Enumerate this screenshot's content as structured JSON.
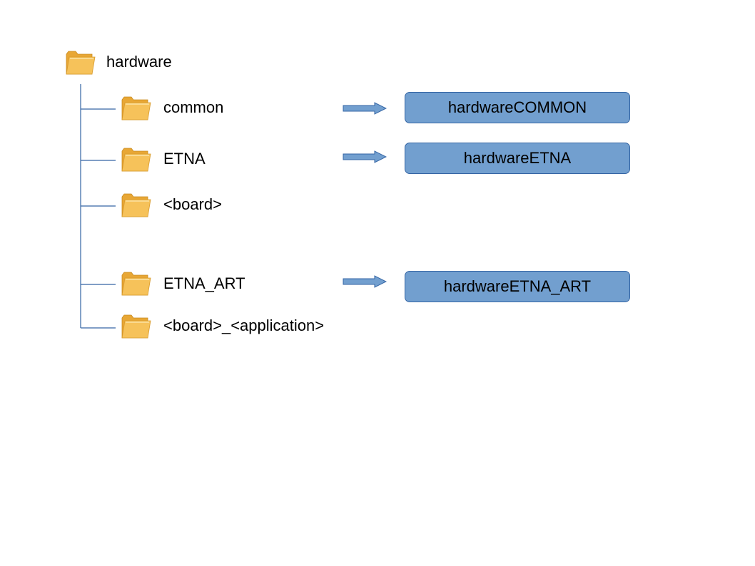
{
  "root": {
    "label": "hardware",
    "icon": "folder-icon"
  },
  "items": [
    {
      "label": "common",
      "icon": "folder-icon"
    },
    {
      "label": "ETNA",
      "icon": "folder-icon"
    },
    {
      "label": "<board>",
      "icon": "folder-icon"
    },
    {
      "label": "ETNA_ART",
      "icon": "folder-icon"
    },
    {
      "label": "<board>_<application>",
      "icon": "folder-icon"
    }
  ],
  "targets": {
    "common": "hardwareCOMMON",
    "etna": "hardwareETNA",
    "etna_art": "hardwareETNA_ART"
  },
  "colors": {
    "box_fill": "#729fcf",
    "box_border": "#3465a4",
    "arrow_fill": "#729fcf",
    "tree_line": "#3465a4",
    "folder_front": "#f6c25a",
    "folder_back": "#e8a735"
  }
}
